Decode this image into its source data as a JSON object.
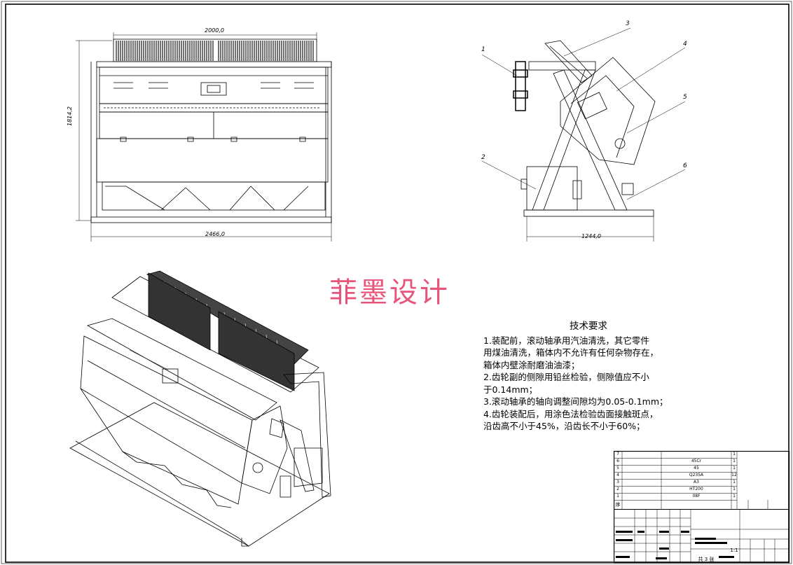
{
  "dimensions": {
    "front_width_top": "2000,0",
    "front_height": "1814,2",
    "front_width_bottom": "2466,0",
    "side_width": "1244,0"
  },
  "balloons": [
    "1",
    "2",
    "3",
    "4",
    "5",
    "6"
  ],
  "watermark": "菲墨设计",
  "tech_requirements": {
    "title": "技术要求",
    "lines": [
      "1.装配前，滚动轴承用汽油清洗，其它零件",
      "用煤油清洗，箱体内不允许有任何杂物存在，",
      "箱体内壁涂耐磨油油漆；",
      "2.齿轮副的侧隙用铅丝检验，侧隙值应不小",
      "于0.14mm；",
      "3.滚动轴承的轴向调整间隙均为0.05-0.1mm；",
      "4.齿轮装配后，用涂色法检验齿面接触斑点，",
      "沿齿高不小于45%，沿齿长不小于60%；"
    ]
  },
  "bom": {
    "rows": [
      {
        "no": "7",
        "qty": "1"
      },
      {
        "no": "6",
        "material": "45Cr",
        "qty": "1"
      },
      {
        "no": "5",
        "material": "45",
        "qty": "1"
      },
      {
        "no": "4",
        "material": "Q235A",
        "qty": "12"
      },
      {
        "no": "3",
        "material": "A3",
        "qty": "1"
      },
      {
        "no": "2",
        "material": "HT200",
        "qty": "1"
      },
      {
        "no": "1",
        "material": "08F",
        "qty": "1"
      }
    ],
    "header_no": "序"
  },
  "title_block": {
    "sheet": "共 3 张",
    "scale": "1:1"
  }
}
